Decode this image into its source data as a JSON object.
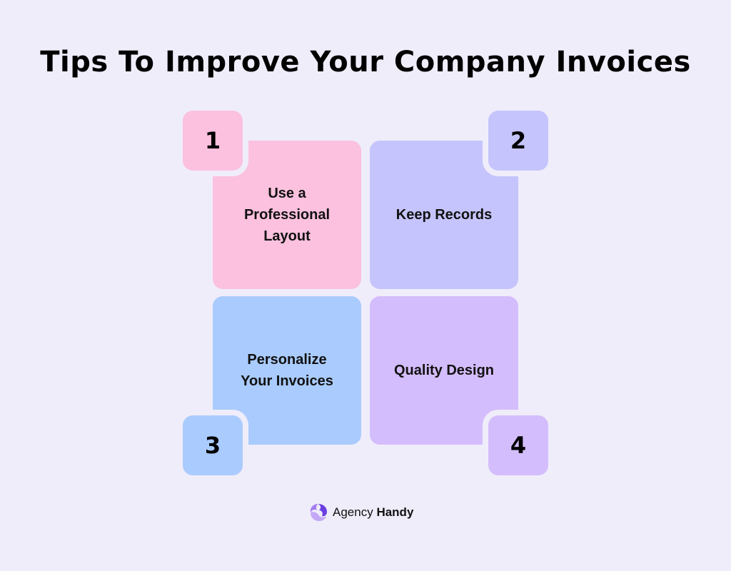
{
  "title": "Tips To Improve Your Company Invoices",
  "tips": [
    {
      "number": "1",
      "label": "Use a Professional Layout",
      "color": "#fbc1de"
    },
    {
      "number": "2",
      "label": "Keep Records",
      "color": "#c5c4fc"
    },
    {
      "number": "3",
      "label": "Personalize Your Invoices",
      "color": "#aacbfd"
    },
    {
      "number": "4",
      "label": "Quality Design",
      "color": "#d4bdfc"
    }
  ],
  "brand": {
    "name_regular": "Agency",
    "name_bold": "Handy",
    "icon": "agency-handy-logo-icon"
  }
}
